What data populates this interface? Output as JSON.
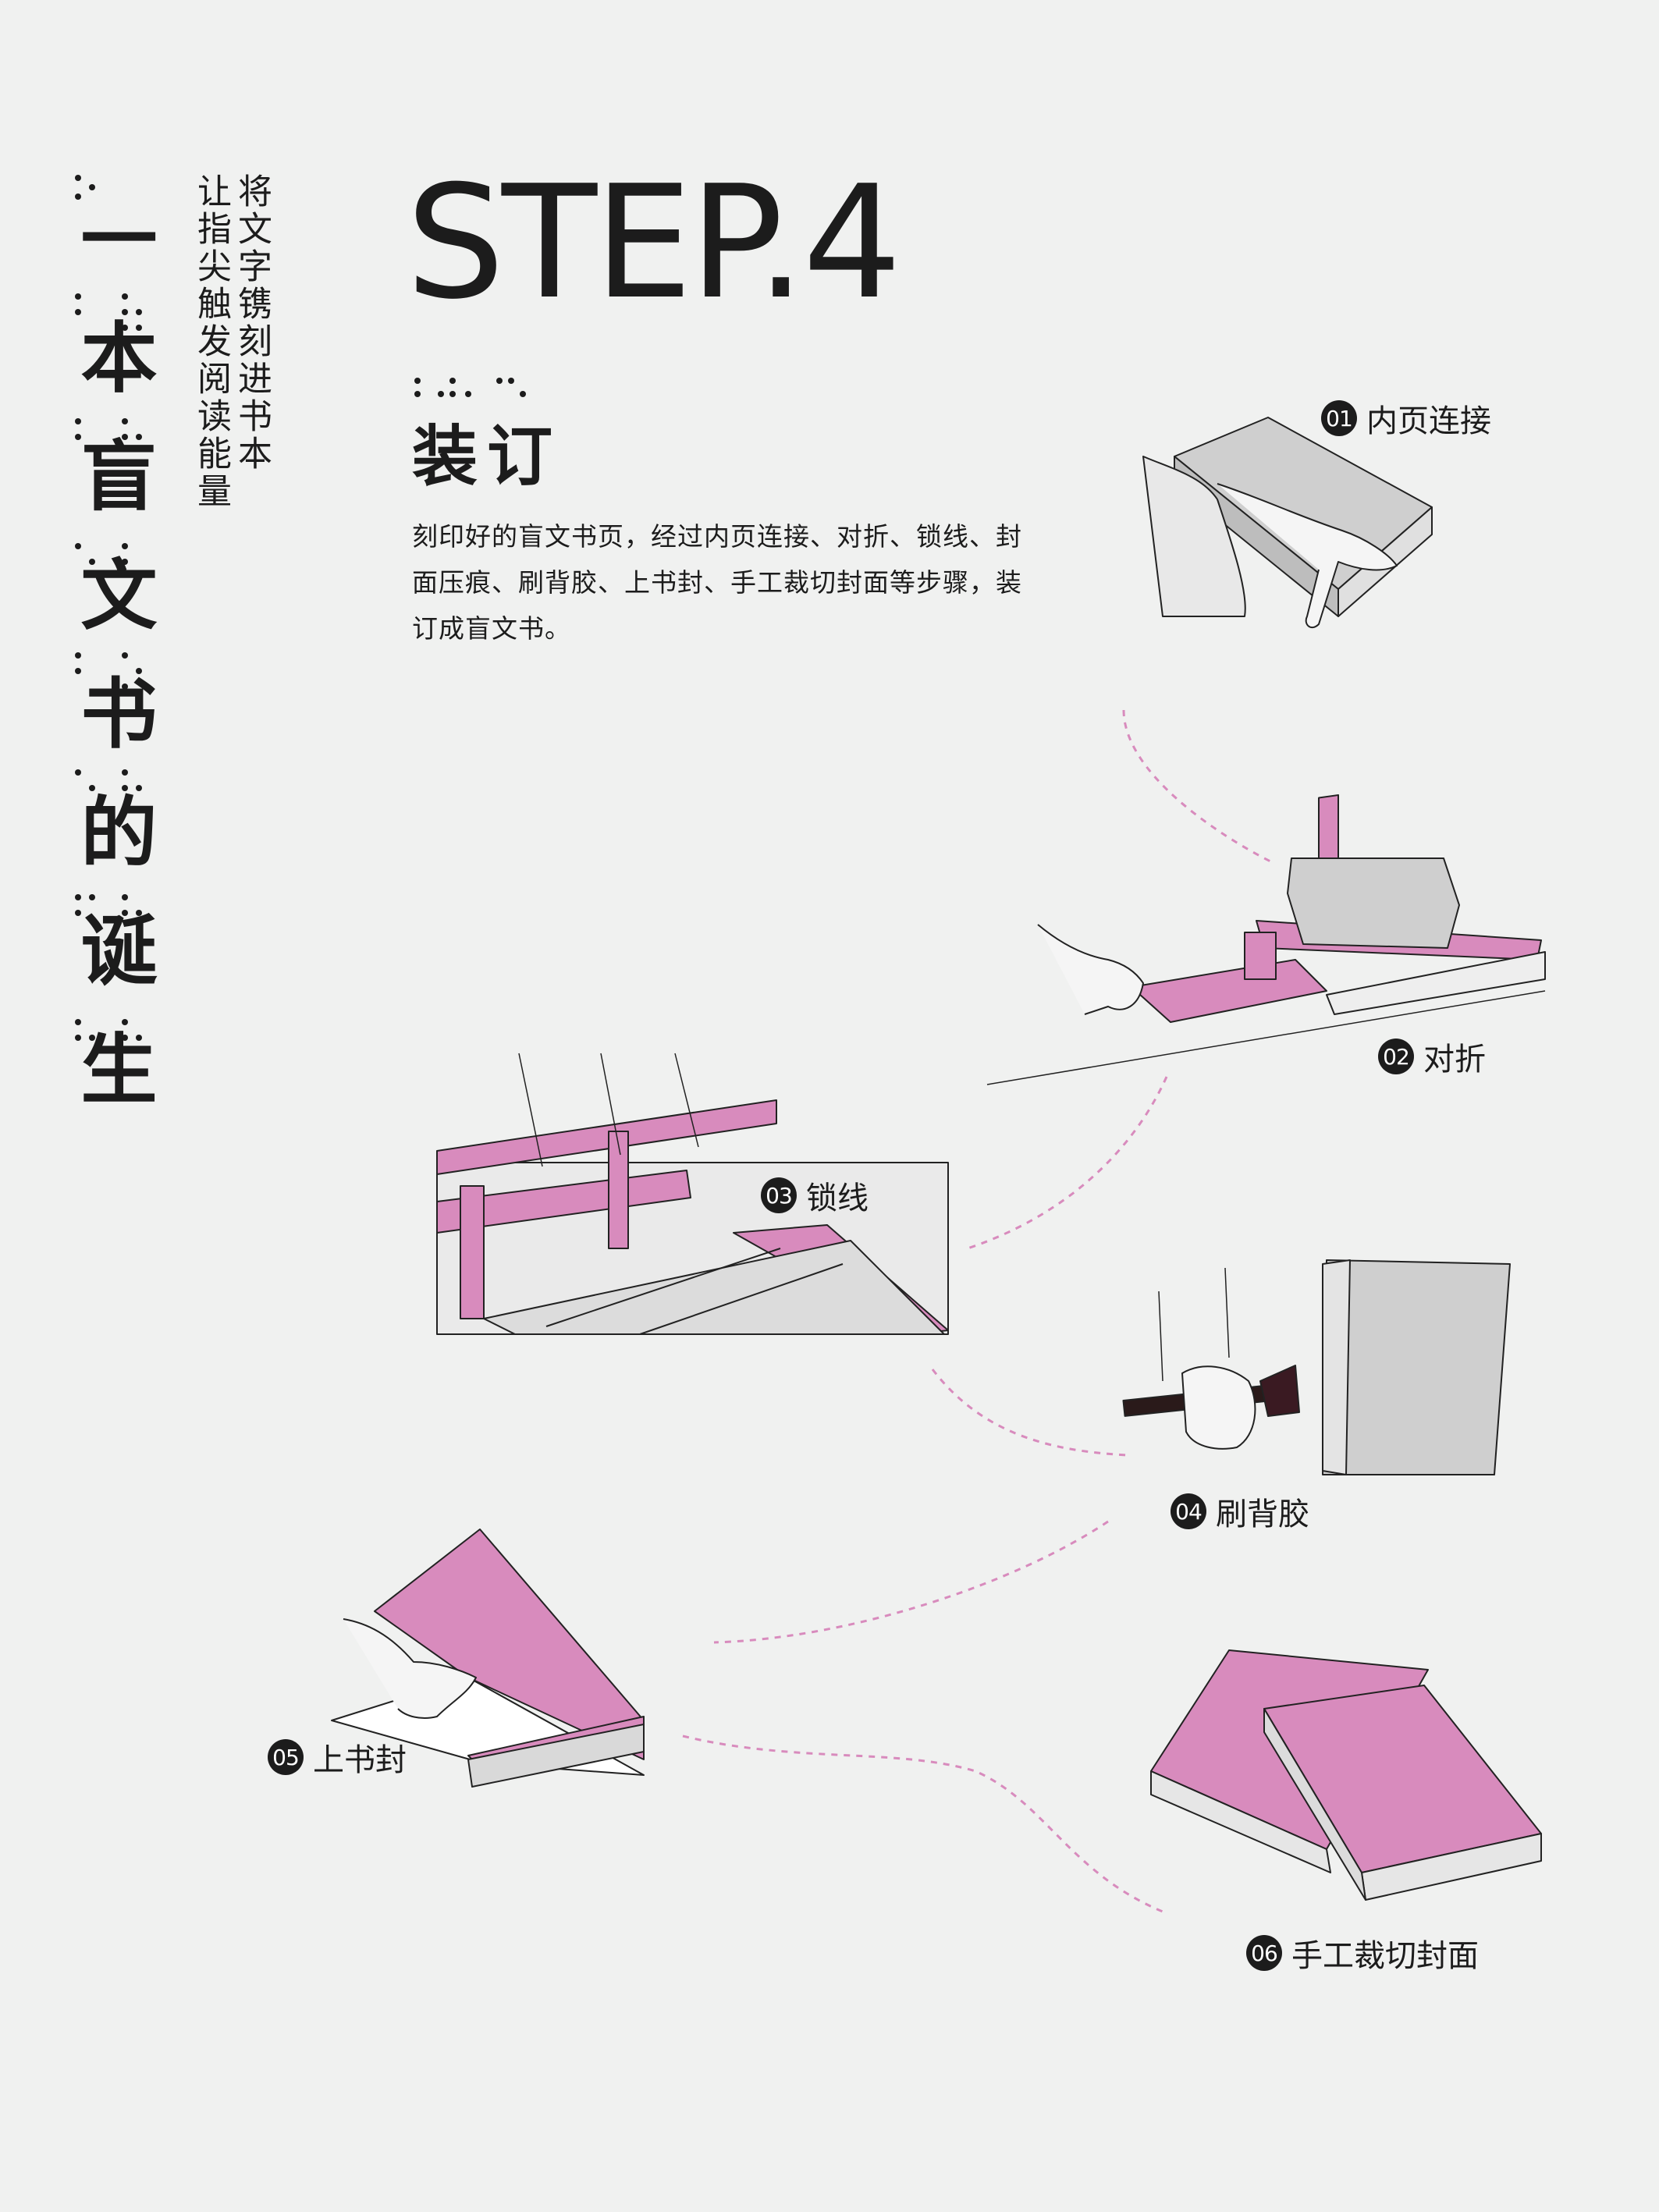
{
  "vertical_title": [
    "一",
    "本",
    "盲",
    "文",
    "书",
    "的",
    "诞",
    "生"
  ],
  "subtitle_lines": [
    "将文字镌刻进书本",
    "让指尖触发阅读能量"
  ],
  "step_title": "STEP.4",
  "section_title": "装订",
  "description": "刻印好的盲文书页，经过内页连接、对折、锁线、封面压痕、刷背胶、上书封、手工裁切封面等步骤，装订成盲文书。",
  "steps": [
    {
      "num": "01",
      "label": "内页连接"
    },
    {
      "num": "02",
      "label": "对折"
    },
    {
      "num": "03",
      "label": "锁线"
    },
    {
      "num": "04",
      "label": "刷背胶"
    },
    {
      "num": "05",
      "label": "上书封"
    },
    {
      "num": "06",
      "label": "手工裁切封面"
    }
  ],
  "colors": {
    "background": "#f0f1f0",
    "accent_pink": "#d88bbd",
    "text": "#1c1c1c",
    "gray": "#cfcfcf"
  }
}
